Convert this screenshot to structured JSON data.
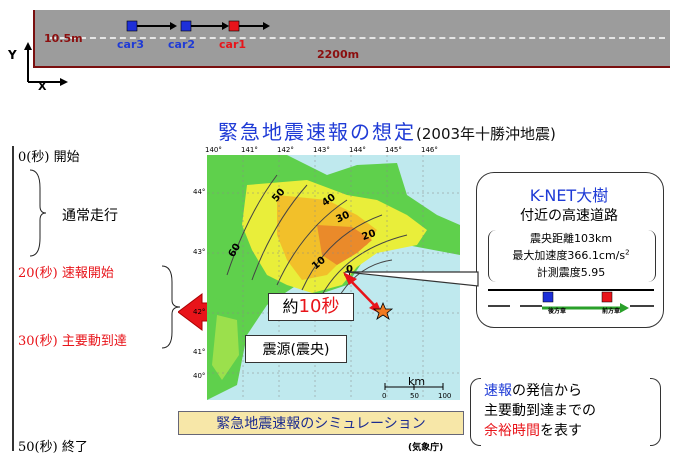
{
  "road": {
    "width_label": "10.5m",
    "length_label": "2200m",
    "cars": [
      {
        "label": "car3",
        "color": "#1d2fd8"
      },
      {
        "label": "car2",
        "color": "#1d2fd8"
      },
      {
        "label": "car1",
        "color": "#e8141a"
      }
    ],
    "axis_y": "Y",
    "axis_x": "X"
  },
  "title": {
    "main": "緊急地震速報の想定",
    "sub": "(2003年十勝沖地震)"
  },
  "timeline": {
    "t0": "0(秒)",
    "t0_label": "開始",
    "normal_label": "通常走行",
    "t20": "20(秒)",
    "t20_label": "速報開始",
    "t30": "30(秒)",
    "t30_label": "主要動到達",
    "t50": "50(秒)",
    "t50_label": "終了"
  },
  "map": {
    "lon_ticks": [
      "140°",
      "141°",
      "142°",
      "143°",
      "144°",
      "145°",
      "146°"
    ],
    "lat_ticks": [
      "44°",
      "43°",
      "42°",
      "41°",
      "40°"
    ],
    "contours": [
      "60",
      "50",
      "40",
      "30",
      "20",
      "10",
      "0"
    ],
    "scale_unit": "km",
    "scale_ticks": [
      "0",
      "50",
      "100"
    ],
    "caption": "緊急地震速報のシミュレーション",
    "source": "(気象庁)"
  },
  "delay": {
    "prefix": "約",
    "value": "10秒"
  },
  "epicenter_label": "震源(震央)",
  "knet": {
    "title": "K-NET大樹",
    "subtitle": "付近の高速道路",
    "line1": "震央距離103km",
    "line2_prefix": "最大加速度366.1cm/s",
    "line2_sup": "2",
    "line3": "計測震度5.95",
    "rear_car_label": "後方車",
    "front_car_label": "前方車"
  },
  "note": {
    "line1_highlight": "速報",
    "line1_rest": "の発信から",
    "line2": "主要動到達までの",
    "line3_highlight": "余裕時間",
    "line3_rest": "を表す"
  }
}
